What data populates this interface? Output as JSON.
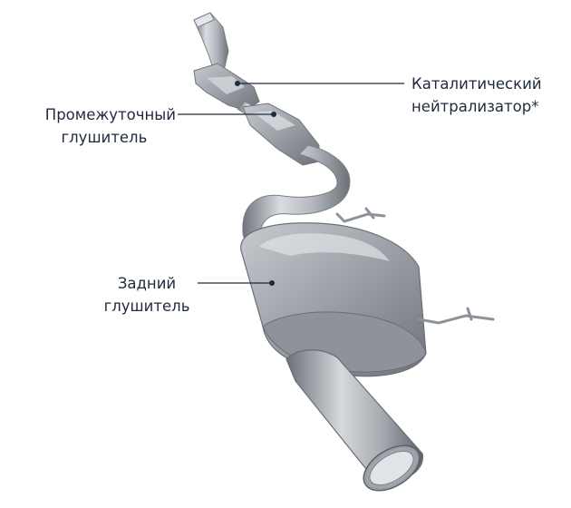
{
  "diagram": {
    "labels": {
      "catalytic": {
        "line1": "Каталитический",
        "line2": "нейтрализатор*"
      },
      "intermediate": {
        "line1": "Промежуточный",
        "line2": "глушитель"
      },
      "rear": {
        "line1": "Задний",
        "line2": "глушитель"
      }
    },
    "colors": {
      "leader": "#1f2a3c",
      "pipe_light": "#d7dade",
      "pipe_mid": "#a9adb3",
      "pipe_dark": "#70757c",
      "text": "#1f2a3c"
    }
  }
}
